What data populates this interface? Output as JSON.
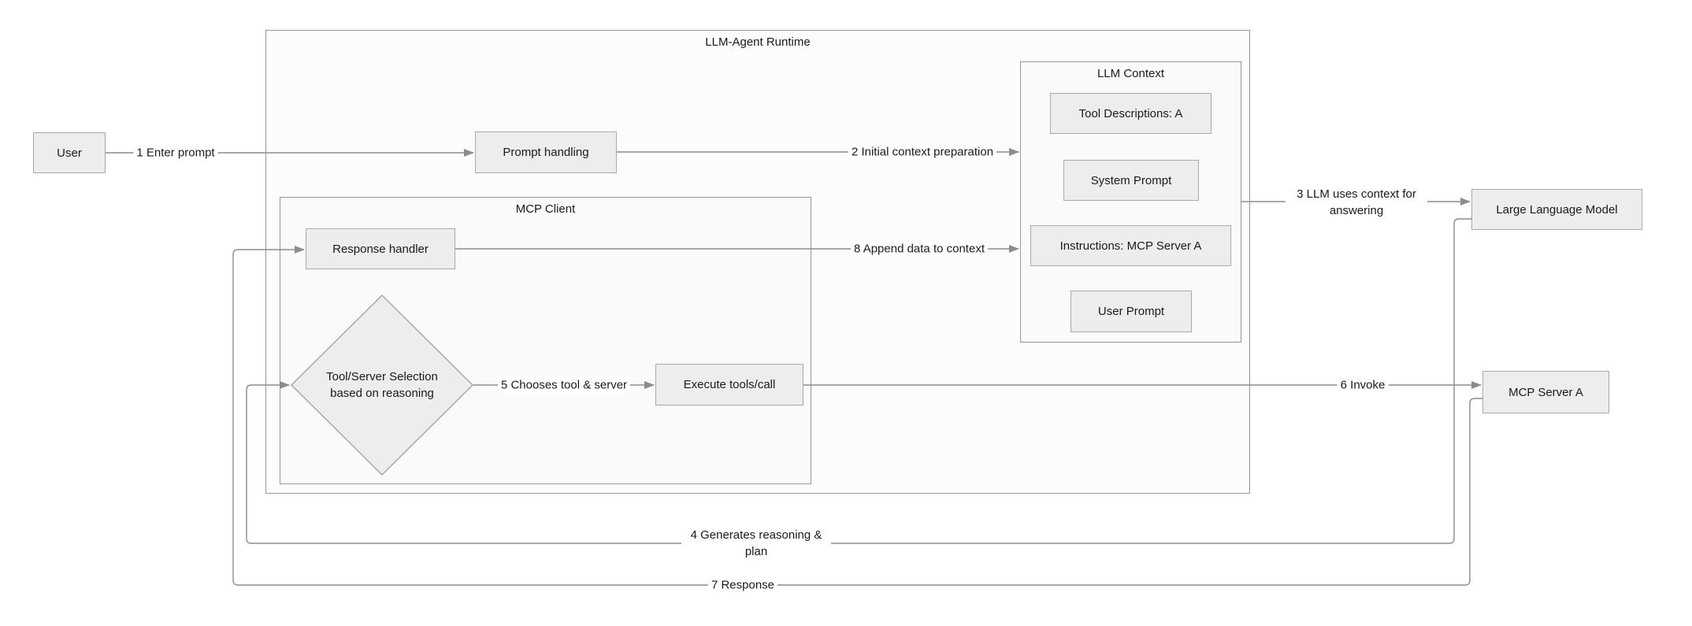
{
  "diagram": {
    "containers": {
      "runtime": {
        "label": "LLM-Agent Runtime"
      },
      "llm_context": {
        "label": "LLM Context"
      },
      "mcp_client": {
        "label": "MCP Client"
      }
    },
    "nodes": {
      "user": {
        "label": "User"
      },
      "prompt_handling": {
        "label": "Prompt handling"
      },
      "response_handler": {
        "label": "Response handler"
      },
      "selection": {
        "label": "Tool/Server Selection based on reasoning"
      },
      "execute": {
        "label": "Execute tools/call"
      },
      "llm": {
        "label": "Large Language Model"
      },
      "mcp_server": {
        "label": "MCP Server A"
      },
      "tool_descriptions": {
        "label": "Tool Descriptions: A"
      },
      "system_prompt": {
        "label": "System Prompt"
      },
      "instructions": {
        "label": "Instructions: MCP Server A"
      },
      "user_prompt": {
        "label": "User Prompt"
      }
    },
    "edges": {
      "e1": {
        "label": "1 Enter prompt",
        "from": "user",
        "to": "prompt_handling"
      },
      "e2": {
        "label": "2 Initial context preparation",
        "from": "prompt_handling",
        "to": "llm_context"
      },
      "e3": {
        "label": "3 LLM uses context for answering",
        "from": "llm_context",
        "to": "llm"
      },
      "e4": {
        "label": "4 Generates reasoning & plan",
        "from": "llm",
        "to": "selection"
      },
      "e5": {
        "label": "5 Chooses tool & server",
        "from": "selection",
        "to": "execute"
      },
      "e6": {
        "label": "6 Invoke",
        "from": "execute",
        "to": "mcp_server"
      },
      "e7": {
        "label": "7 Response",
        "from": "mcp_server",
        "to": "response_handler"
      },
      "e8": {
        "label": "8 Append data to context",
        "from": "response_handler",
        "to": "llm_context"
      }
    },
    "colors": {
      "background": "#ffffff",
      "node_fill": "#ededed",
      "node_border": "#a9a9a9",
      "container_border": "#979797",
      "edge": "#8c8c8c",
      "text": "#1a1a1a"
    }
  }
}
